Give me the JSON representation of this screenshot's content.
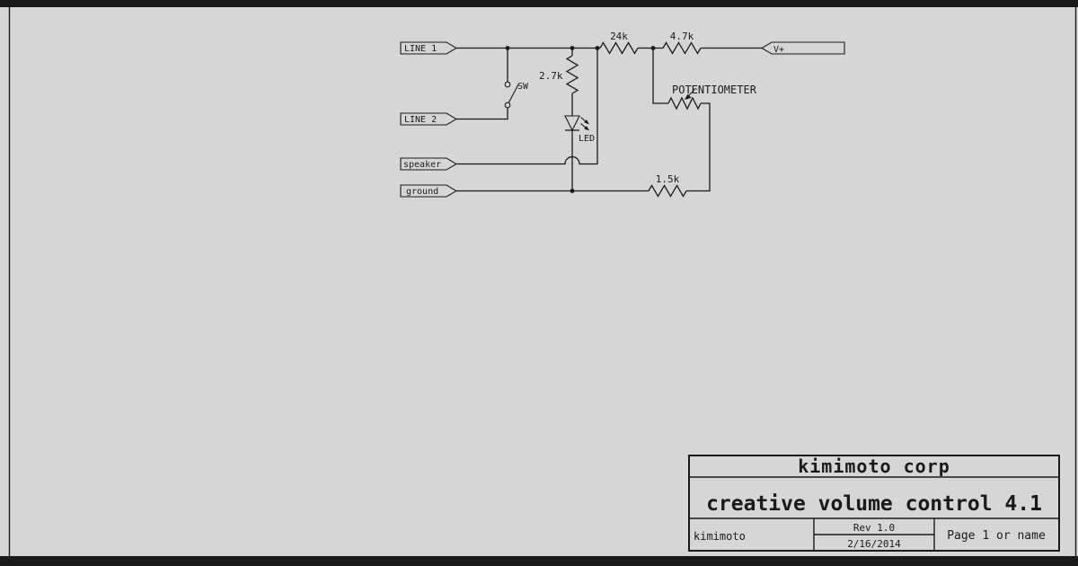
{
  "colors": {
    "background": "#d6d6d6",
    "line": "#1a1a1a"
  },
  "schematic": {
    "net_labels": {
      "line1": "LINE 1",
      "line2": "LINE 2",
      "speaker": "speaker",
      "ground": "ground",
      "vplus": "V+"
    },
    "components": {
      "sw": "SW",
      "r1": "2.7k",
      "led": "LED",
      "r2": "24k",
      "r3": "4.7k",
      "pot": "POTENTIOMETER",
      "r4": "1.5k"
    }
  },
  "title_block": {
    "company": "kimimoto corp",
    "title": "creative volume control 4.1",
    "author": "kimimoto",
    "revision": "Rev 1.0",
    "date": "2/16/2014",
    "page": "Page 1 or name"
  }
}
